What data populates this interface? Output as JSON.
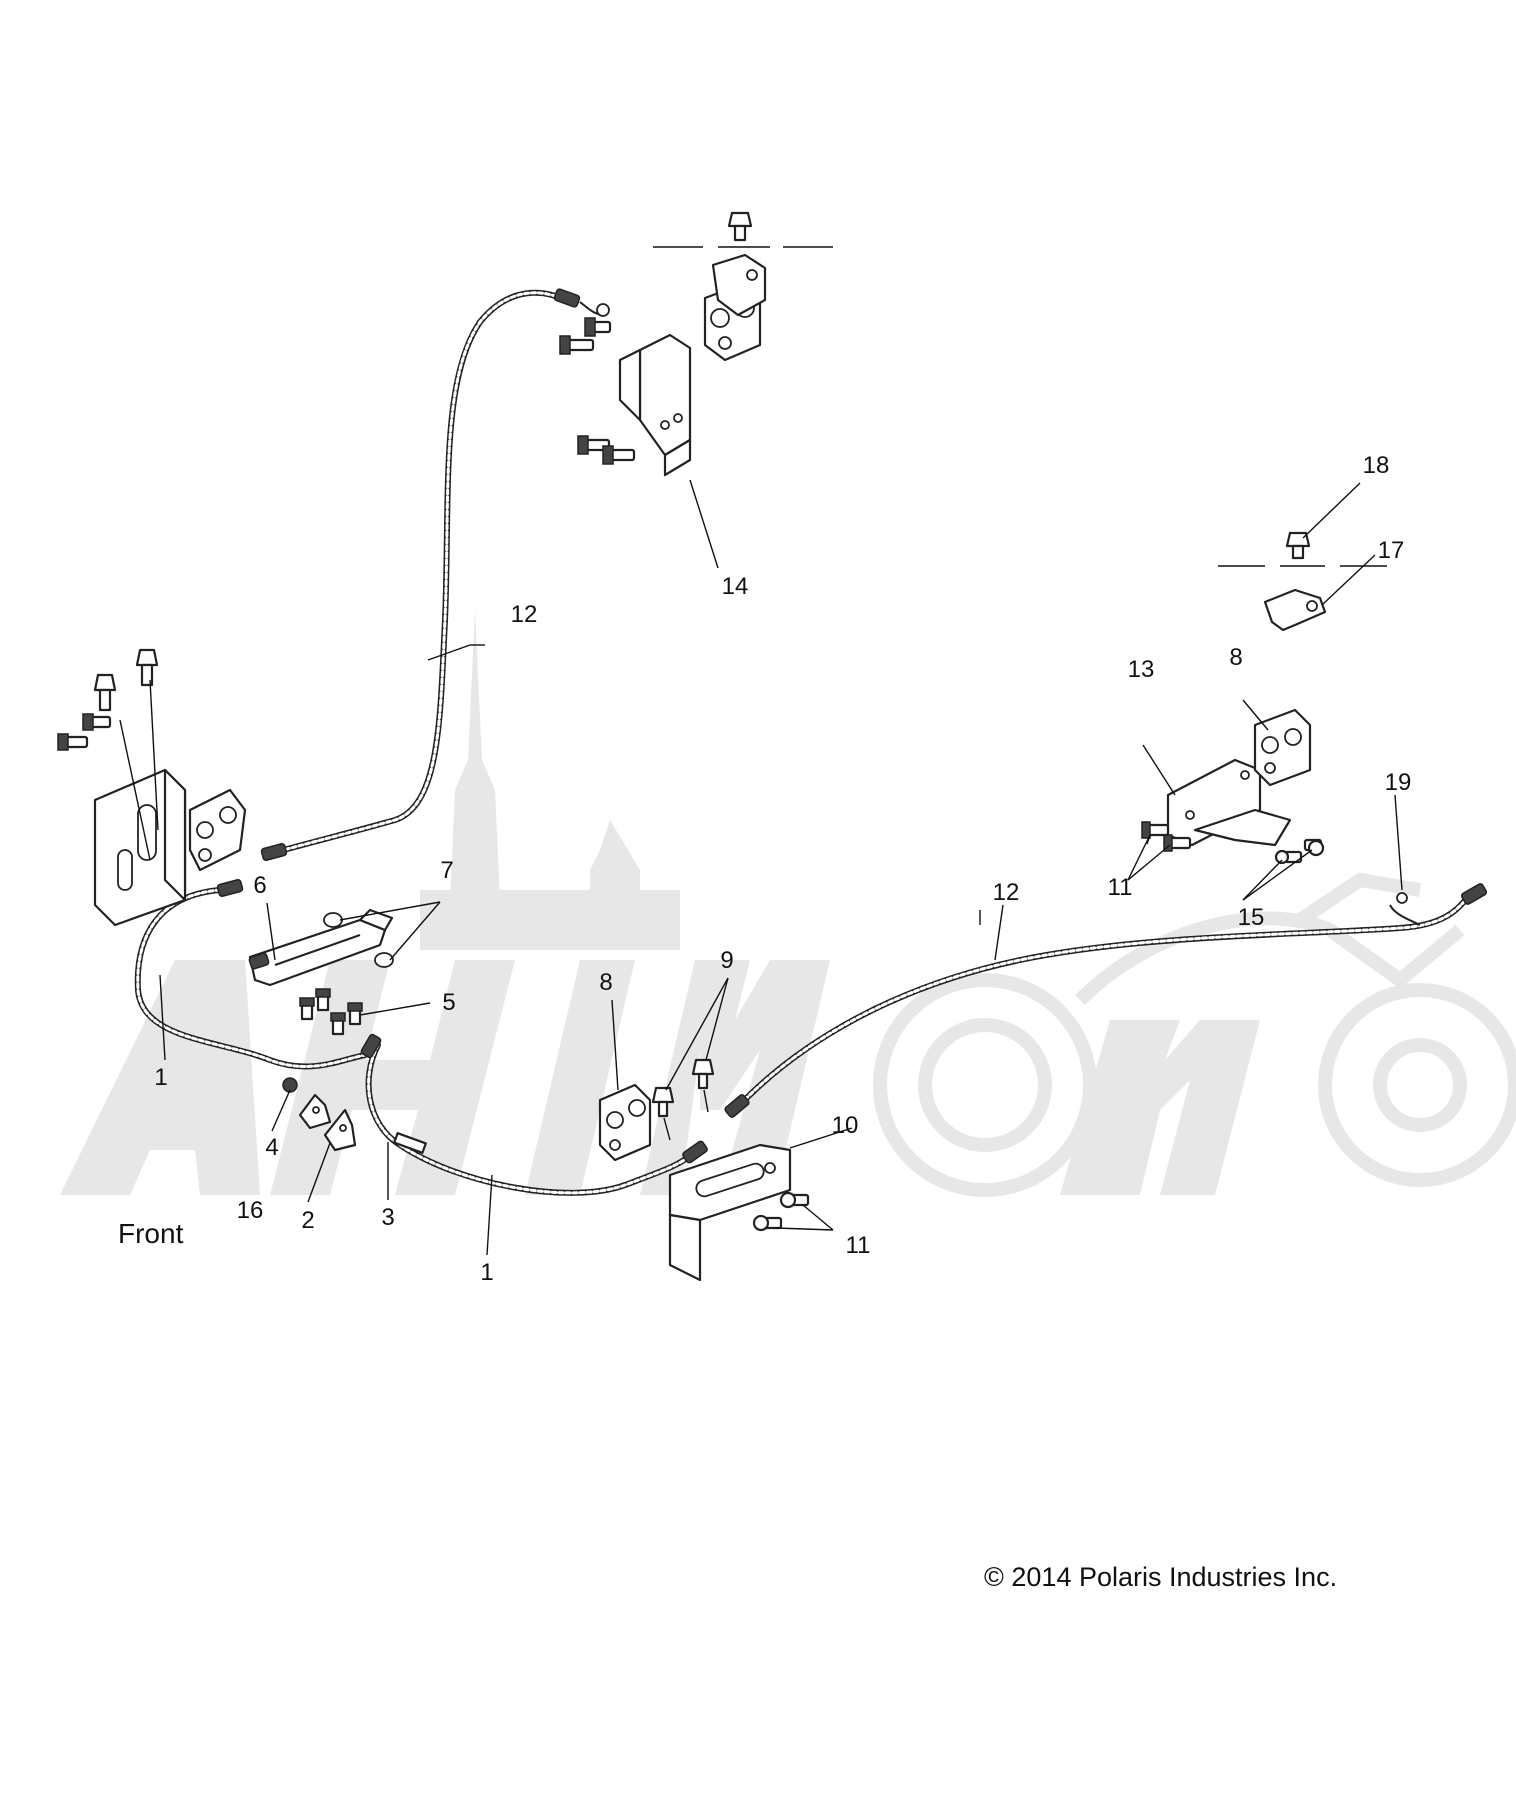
{
  "labels": {
    "front": "Front",
    "copyright": "© 2014 Polaris Industries Inc."
  },
  "callouts": {
    "c1a": "1",
    "c1b": "1",
    "c2": "2",
    "c3": "3",
    "c4": "4",
    "c5": "5",
    "c6": "6",
    "c7": "7",
    "c8a": "8",
    "c8b": "8",
    "c9": "9",
    "c10": "10",
    "c11a": "11",
    "c11b": "11",
    "c12a": "12",
    "c12b": "12",
    "c13": "13",
    "c14": "14",
    "c15": "15",
    "c16": "16",
    "c17": "17",
    "c18": "18",
    "c19": "19"
  },
  "colors": {
    "line": "#222222",
    "watermark": "#e7e7e7",
    "background": "#ffffff"
  }
}
